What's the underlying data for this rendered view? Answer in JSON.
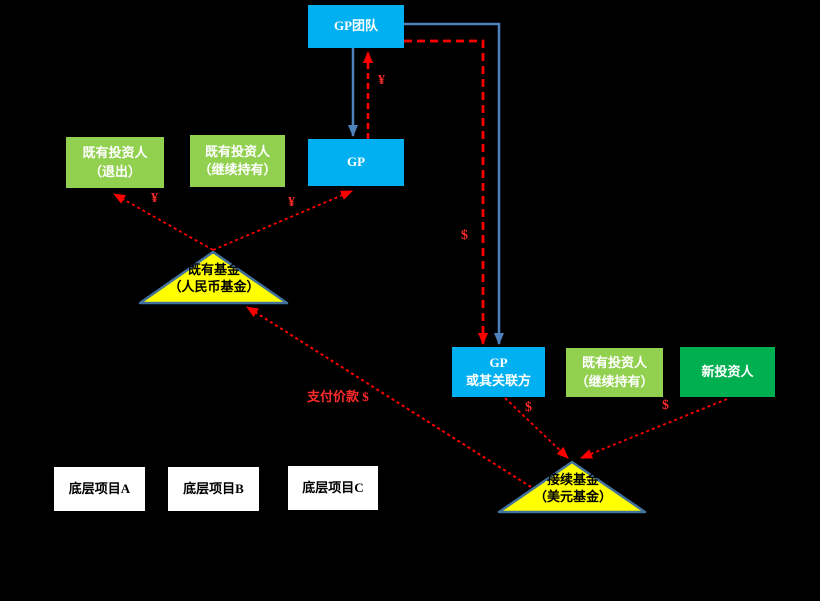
{
  "background": "#000000",
  "colors": {
    "box_blue": "#00B0F0",
    "box_light_green": "#92D050",
    "box_dark_green": "#00B050",
    "triangle_yellow": "#FFFF00",
    "triangle_border": "#41719C",
    "connector_blue": "#4F81BD",
    "connector_red": "#FF0000",
    "label_red": "#FF2A2A"
  },
  "nodes": {
    "gp_team": {
      "label": "GP团队"
    },
    "gp": {
      "label": "GP"
    },
    "existing_investor_exit": {
      "label": "既有投资人\n（退出）"
    },
    "existing_investor_hold_left": {
      "label": "既有投资人\n（继续持有）"
    },
    "gp_or_affiliate": {
      "label": "GP\n或其关联方"
    },
    "existing_investor_hold_right": {
      "label": "既有投资人\n（继续持有）"
    },
    "new_investor": {
      "label": "新投资人"
    },
    "existing_fund": {
      "label": "既有基金\n（人民币基金）"
    },
    "continuation_fund": {
      "label": "接续基金\n（美元基金）"
    },
    "project_a": {
      "label": "底层项目A"
    },
    "project_b": {
      "label": "底层项目B"
    },
    "project_c": {
      "label": "底层项目C"
    }
  },
  "edge_labels": {
    "yen_gp_to_team": "¥",
    "dollar_team_to_affiliate": "$",
    "yen_fund_to_exit": "¥",
    "yen_fund_to_gp": "¥",
    "pay_price": "支付价款 $",
    "dollar_affiliate_to_fund": "$",
    "dollar_new_investor_to_fund": "$"
  }
}
